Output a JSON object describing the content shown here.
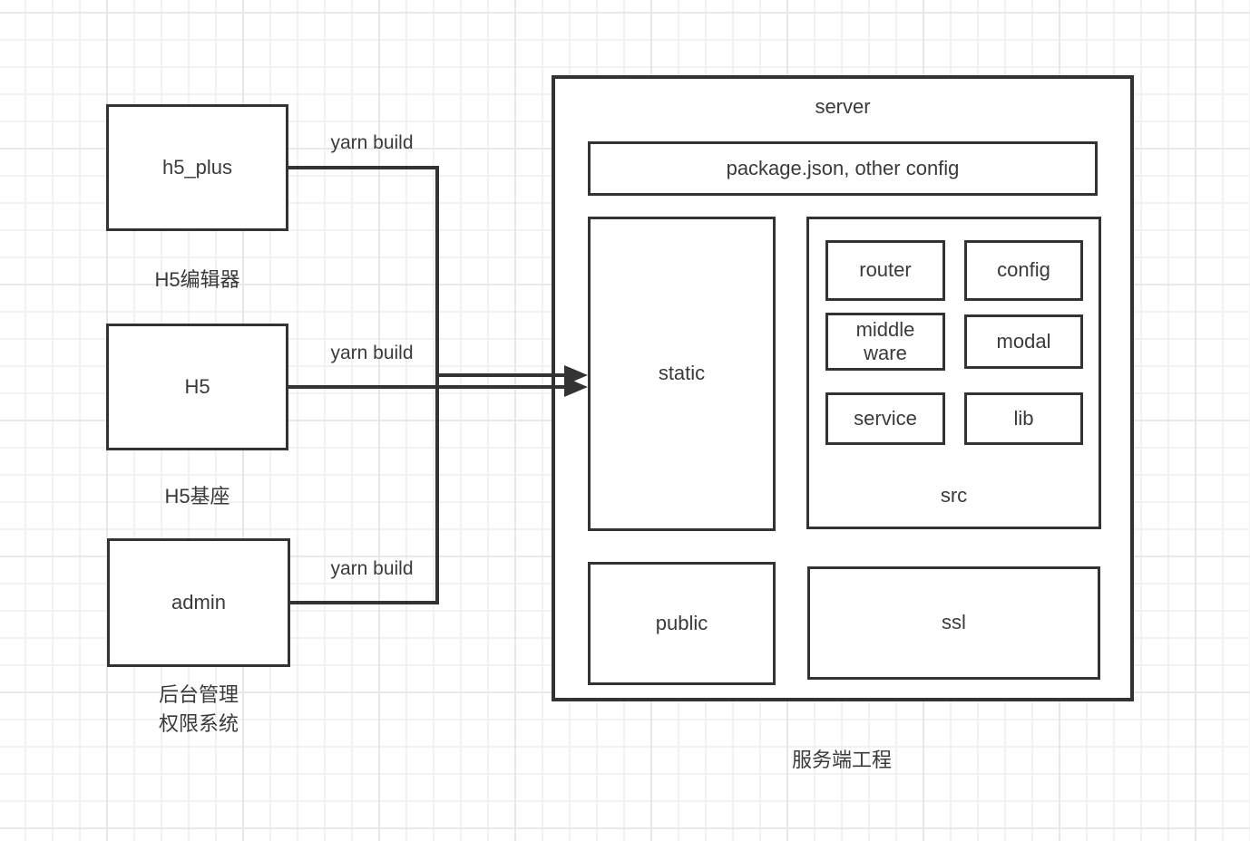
{
  "diagram": {
    "clients": [
      {
        "label": "h5_plus",
        "caption": "H5编辑器",
        "edge_label": "yarn build"
      },
      {
        "label": "H5",
        "caption": "H5基座",
        "edge_label": "yarn build"
      },
      {
        "label": "admin",
        "caption": "后台管理\n权限系统",
        "edge_label": "yarn build"
      }
    ],
    "server": {
      "title": "server",
      "caption": "服务端工程",
      "config_box_label": "package.json, other config",
      "static_label": "static",
      "public_label": "public",
      "ssl_label": "ssl",
      "src": {
        "label": "src",
        "items": [
          {
            "label": "router"
          },
          {
            "label": "config"
          },
          {
            "label": "middle\nware"
          },
          {
            "label": "modal"
          },
          {
            "label": "service"
          },
          {
            "label": "lib"
          }
        ]
      }
    },
    "colors": {
      "stroke": "#333333",
      "text": "#3a3a3a",
      "box_fill": "#ffffff",
      "grid_minor": "#f2f2f2",
      "grid_major": "#e7e7e7",
      "background": "#ffffff"
    }
  }
}
